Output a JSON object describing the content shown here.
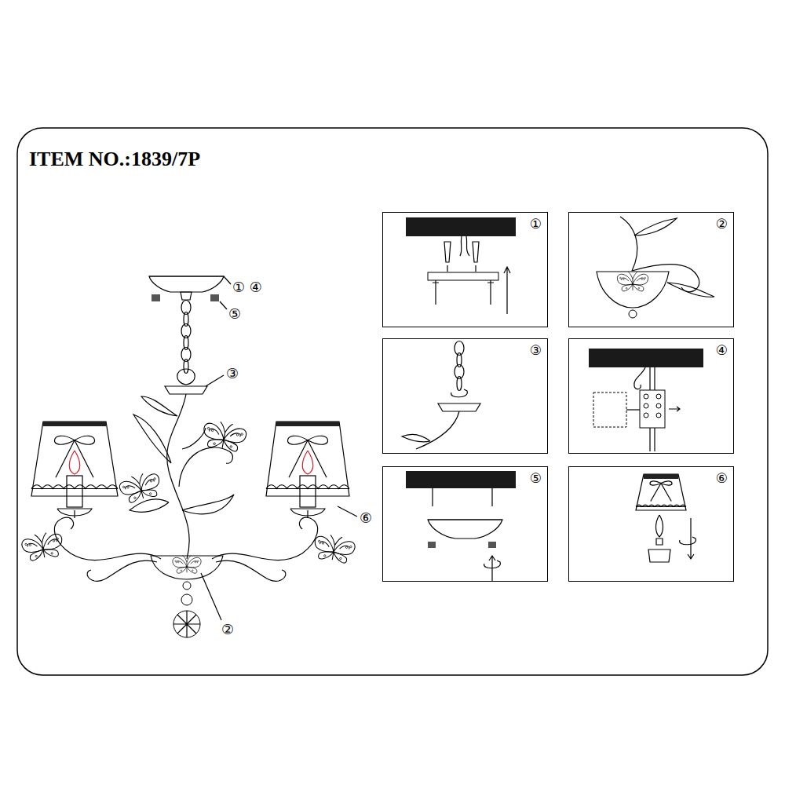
{
  "diagram": {
    "title": "ITEM NO.:1839/7P",
    "nodes": [
      {
        "text": [
          "①"
        ]
      },
      {
        "text": [
          "②"
        ]
      },
      {
        "text": [
          "③"
        ]
      },
      {
        "text": [
          "④"
        ]
      },
      {
        "text": [
          "⑤"
        ]
      },
      {
        "text": [
          "⑥"
        ]
      }
    ],
    "labels": [
      "① ④",
      "⑤",
      "③",
      "⑥",
      "②"
    ]
  }
}
